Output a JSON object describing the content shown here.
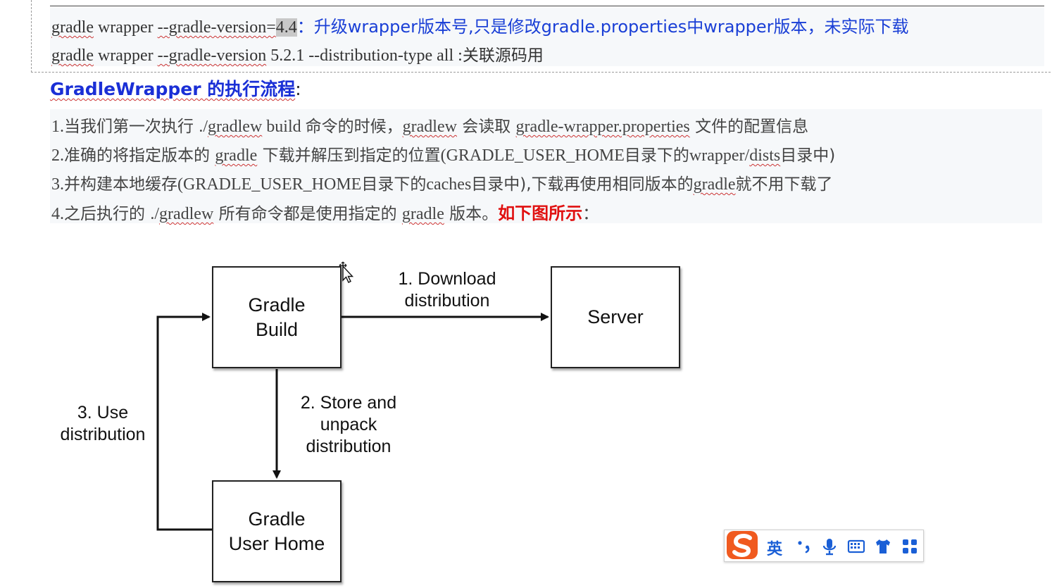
{
  "code_block": {
    "line1": {
      "p1": "gradle",
      "p2": " wrapper ",
      "p3": "--gradle-version=",
      "version_highlight": "4.4",
      "note": "：升级wrapper版本号,只是修改gradle.properties中wrapper版本，未实际下载"
    },
    "line2": {
      "p1": "gradle",
      "p2": " wrapper ",
      "p3": "--gradle-version",
      "p4": " 5.2.1 --distribution-type all :",
      "note": "关联源码用"
    }
  },
  "section": {
    "heading": "GradleWrapper 的执行流程",
    "colon": ":"
  },
  "steps": {
    "s1": {
      "a": "1.",
      "b": "当我们第一次执行 ",
      "c": "./",
      "d": "gradlew",
      "e": " build ",
      "f": "命令的时候，",
      "g": "gradlew",
      "h": " 会读取 ",
      "i": "gradle-wrapper.properties",
      "j": " 文件的配置信息"
    },
    "s2": {
      "a": "2.",
      "b": "准确的将指定版本的 ",
      "c": "gradle",
      "d": " 下载并解压到指定的位置",
      "e": "(GRADLE_USER_HOME",
      "f": "目录下的",
      "g": "wrapper/",
      "h": "dists",
      "i": "目录中)"
    },
    "s3": {
      "a": "3.",
      "b": "并构建本地缓存",
      "c": "(GRADLE_USER_HOME",
      "d": "目录下的",
      "e": "caches",
      "f": "目录中),",
      "g": "下载再使用相同版本的",
      "h": "gradle",
      "i": "就不用下载了"
    },
    "s4": {
      "a": "4.",
      "b": "之后执行的 ",
      "c": "./",
      "d": "gradlew",
      "e": " 所有命令都是使用指定的 ",
      "f": "gradle",
      "g": " 版本",
      "h": "。",
      "red": "如下图所示",
      "tail": "："
    }
  },
  "diagram": {
    "nodes": {
      "gradle_build": "Gradle\nBuild",
      "server": "Server",
      "user_home": "Gradle\nUser Home"
    },
    "edges": {
      "download": "1. Download\ndistribution",
      "store": "2. Store and\nunpack\ndistribution",
      "use": "3. Use\ndistribution"
    }
  },
  "ime": {
    "mode": "英",
    "colors": {
      "logo": "#f05a1f",
      "icons": "#1a5fd6"
    }
  },
  "colors": {
    "note_blue": "#1a3fd6",
    "heading_blue": "#1a2fd6",
    "emphasis_red": "#e01010",
    "code_bg": "#f6f8fa"
  }
}
